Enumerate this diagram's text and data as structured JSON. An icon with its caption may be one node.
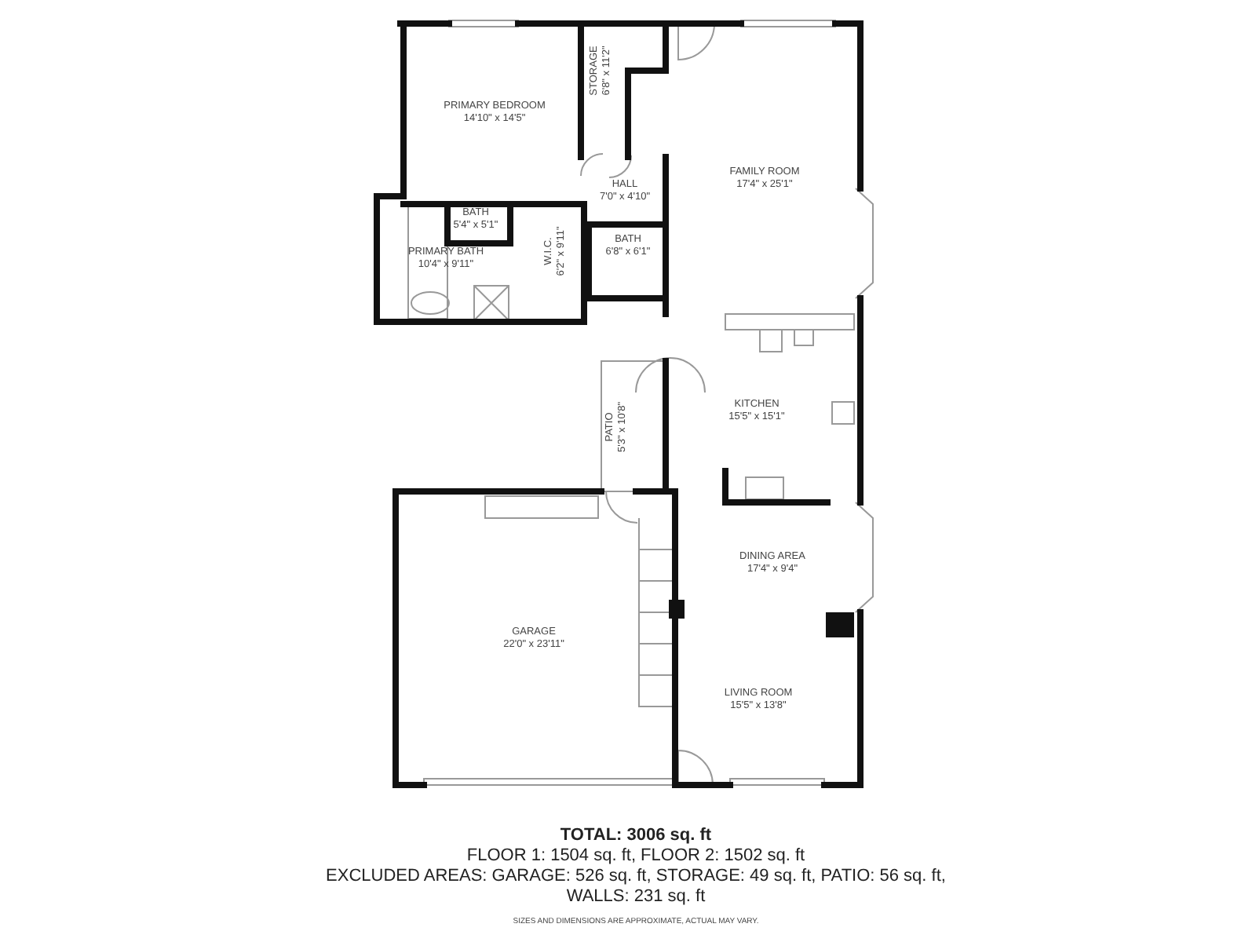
{
  "diagram": {
    "nodes": [
      {
        "text": [
          "PRIMARY BEDROOM",
          "14'10\" x 14'5\""
        ]
      },
      {
        "text": [
          "STORAGE",
          "6'8\" x 11'2\""
        ]
      },
      {
        "text": [
          "FAMILY ROOM",
          "17'4\" x 25'1\""
        ]
      },
      {
        "text": [
          "HALL",
          "7'0\" x 4'10\""
        ]
      },
      {
        "text": [
          "BATH",
          "5'4\" x 5'1\""
        ]
      },
      {
        "text": [
          "PRIMARY BATH",
          "10'4\" x 9'11\""
        ]
      },
      {
        "text": [
          "W.I.C.",
          "6'2\" x 9'11\""
        ]
      },
      {
        "text": [
          "BATH",
          "6'8\" x 6'1\""
        ]
      },
      {
        "text": [
          "KITCHEN",
          "15'5\" x 15'1\""
        ]
      },
      {
        "text": [
          "PATIO",
          "5'3\" x 10'8\""
        ]
      },
      {
        "text": [
          "DINING AREA",
          "17'4\" x 9'4\""
        ]
      },
      {
        "text": [
          "GARAGE",
          "22'0\" x 23'11\""
        ]
      },
      {
        "text": [
          "LIVING ROOM",
          "15'5\" x 13'8\""
        ]
      }
    ],
    "labels": [
      "TOTAL: 3006 sq. ft",
      "FLOOR 1: 1504 sq. ft, FLOOR 2: 1502 sq. ft",
      "EXCLUDED AREAS: GARAGE: 526 sq. ft, STORAGE: 49 sq. ft, PATIO: 56 sq. ft, WALLS: 231 sq. ft",
      "SIZES AND DIMENSIONS ARE APPROXIMATE, ACTUAL MAY VARY."
    ]
  }
}
